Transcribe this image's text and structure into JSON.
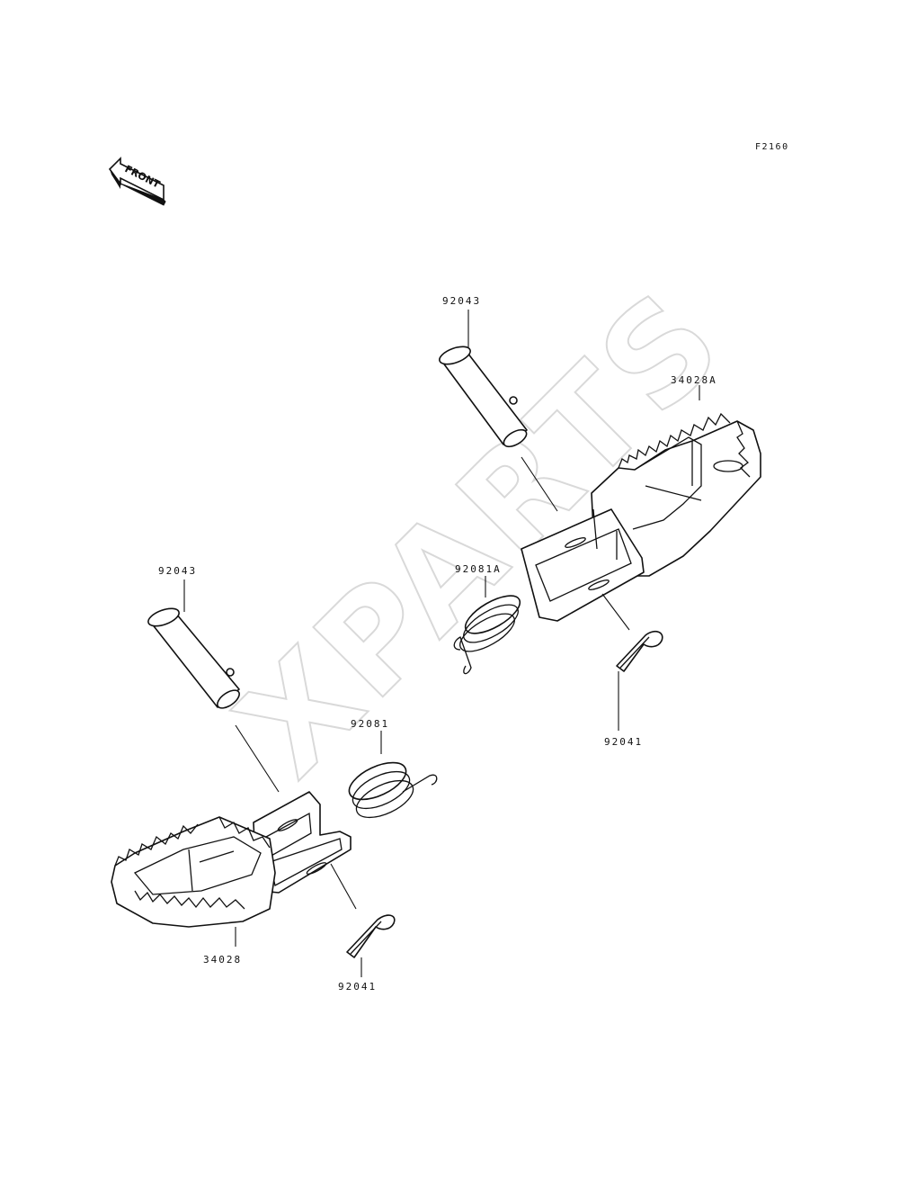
{
  "figure_code": "F2160",
  "watermark": "XPARTS",
  "front_arrow": {
    "label": "FRONT",
    "icon": "front-direction-arrow-icon"
  },
  "parts": [
    {
      "id": "right_pin",
      "number": "92043"
    },
    {
      "id": "right_footpeg",
      "number": "34028A"
    },
    {
      "id": "right_spring",
      "number": "92081A"
    },
    {
      "id": "right_cotter_pin",
      "number": "92041"
    },
    {
      "id": "left_pin",
      "number": "92043"
    },
    {
      "id": "left_spring",
      "number": "92081"
    },
    {
      "id": "left_footpeg",
      "number": "34028"
    },
    {
      "id": "left_cotter_pin",
      "number": "92041"
    }
  ]
}
